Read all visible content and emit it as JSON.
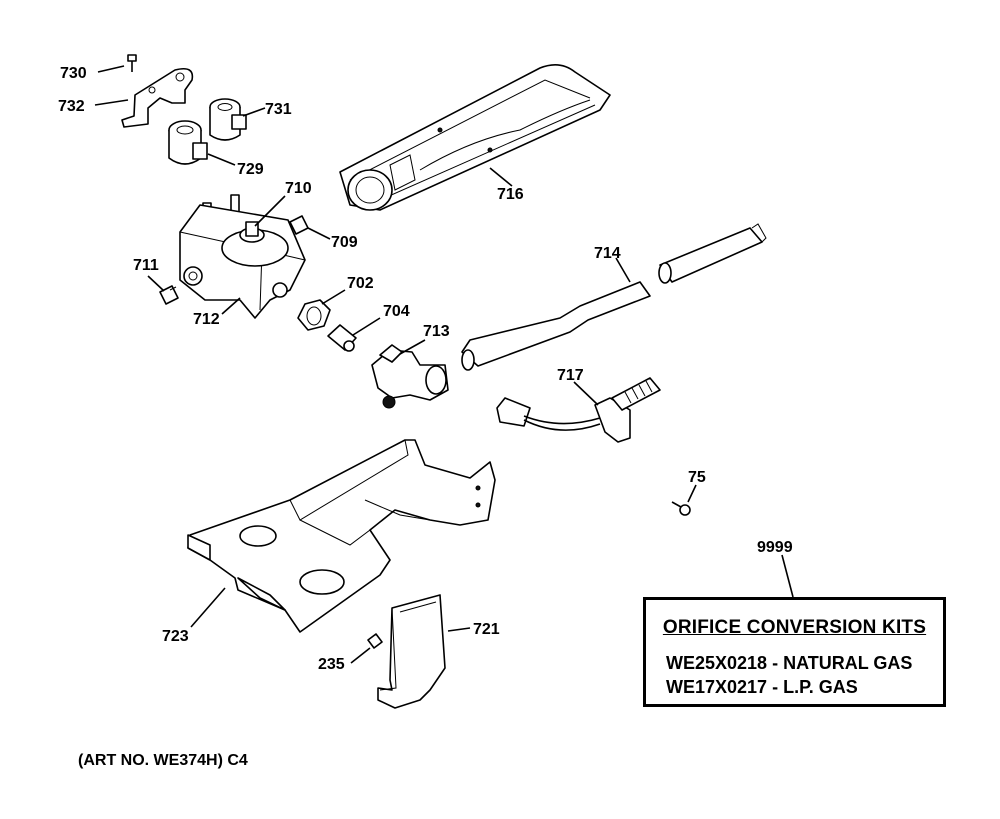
{
  "callouts": {
    "c730": "730",
    "c732": "732",
    "c731": "731",
    "c729": "729",
    "c710": "710",
    "c709": "709",
    "c711": "711",
    "c712": "712",
    "c702": "702",
    "c704": "704",
    "c713": "713",
    "c714": "714",
    "c716": "716",
    "c717": "717",
    "c75": "75",
    "c9999": "9999",
    "c723": "723",
    "c721": "721",
    "c235": "235"
  },
  "kits": {
    "title": "ORIFICE CONVERSION KITS",
    "items": [
      {
        "part": "WE25X0218",
        "sep": "-",
        "desc": "NATURAL GAS"
      },
      {
        "part": "WE17X0217",
        "sep": "-",
        "desc": "L.P. GAS"
      }
    ]
  },
  "art_number": "(ART NO. WE374H) C4"
}
